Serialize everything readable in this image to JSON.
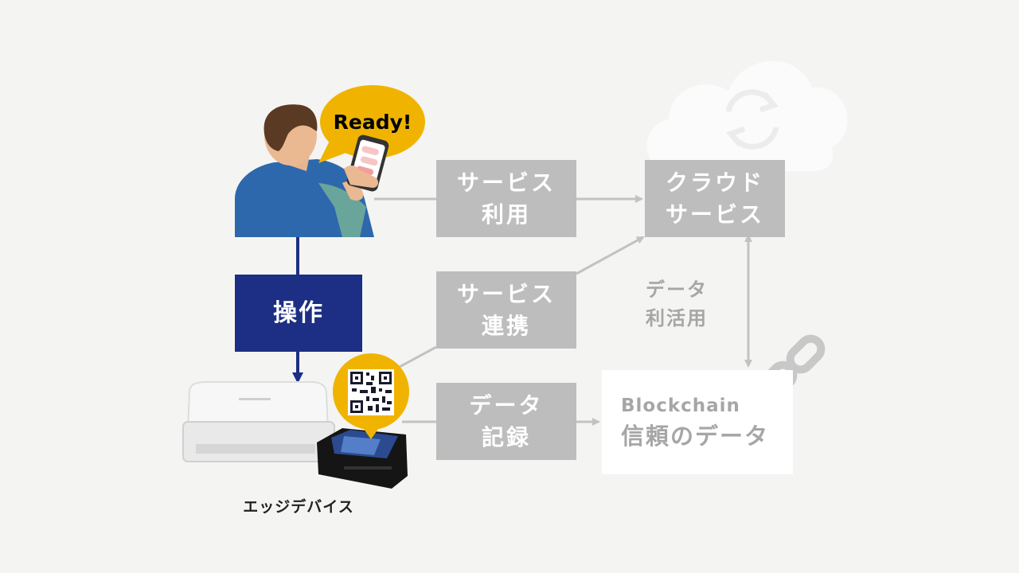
{
  "speech_bubble": {
    "text": "Ready!"
  },
  "boxes": {
    "operation": {
      "lines": [
        "操作"
      ]
    },
    "service_use": {
      "lines": [
        "サービス",
        "利用"
      ]
    },
    "service_link": {
      "lines": [
        "サービス",
        "連携"
      ]
    },
    "data_record": {
      "lines": [
        "データ",
        "記録"
      ]
    },
    "cloud_service": {
      "lines": [
        "クラウド",
        "サービス"
      ]
    },
    "blockchain": {
      "title": "Blockchain",
      "subtitle": "信頼のデータ"
    }
  },
  "labels": {
    "data_use": [
      "データ",
      "利活用"
    ],
    "edge_device": "エッジデバイス"
  },
  "icons": [
    "cloud-icon",
    "sync-icon",
    "chain-link-icon",
    "qr-code-icon",
    "scanner-icon",
    "edge-device-icon",
    "person-icon",
    "smartphone-icon"
  ],
  "colors": {
    "navy": "#1c2f84",
    "gray_box": "#bdbdbd",
    "yellow": "#f0b400",
    "background": "#f4f4f3"
  }
}
